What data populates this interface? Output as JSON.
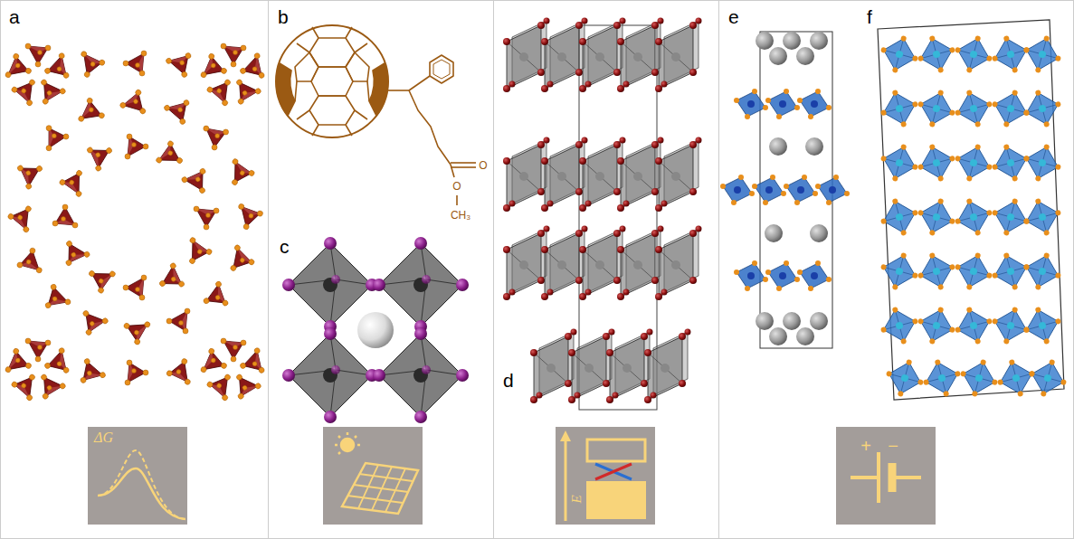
{
  "diagram": {
    "labels": [
      "a",
      "ΔG",
      "b",
      "O",
      "O",
      "CH₃",
      "c",
      "d",
      "E",
      "e",
      "f",
      "+",
      "−"
    ]
  }
}
